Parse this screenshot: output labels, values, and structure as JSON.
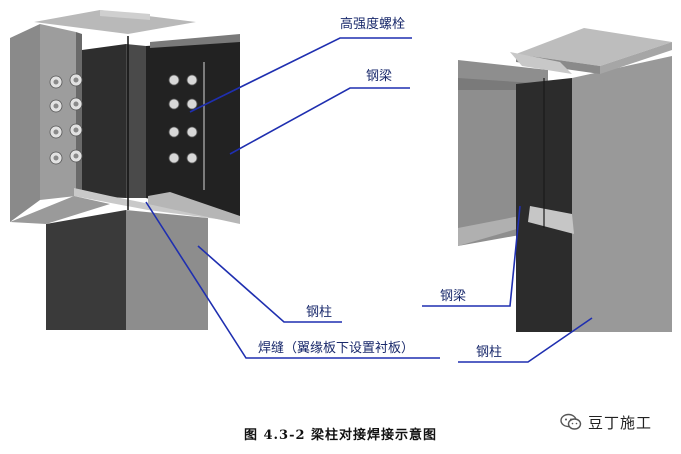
{
  "labels": {
    "bolt": "高强度螺栓",
    "beam_top": "钢梁",
    "column_left": "钢柱",
    "weld": "焊缝（翼缘板下设置衬板）",
    "beam_right": "钢梁",
    "column_right": "钢柱"
  },
  "caption": "图 4.3-2  梁柱对接焊接示意图",
  "watermark": {
    "text": "豆丁施工",
    "icon": "wechat-logo-icon"
  },
  "colors": {
    "leader_line": "#1f2fb0",
    "steel_light": "#a3a3a3",
    "steel_mid": "#8a8a8a",
    "steel_dark": "#3a3a3a"
  }
}
